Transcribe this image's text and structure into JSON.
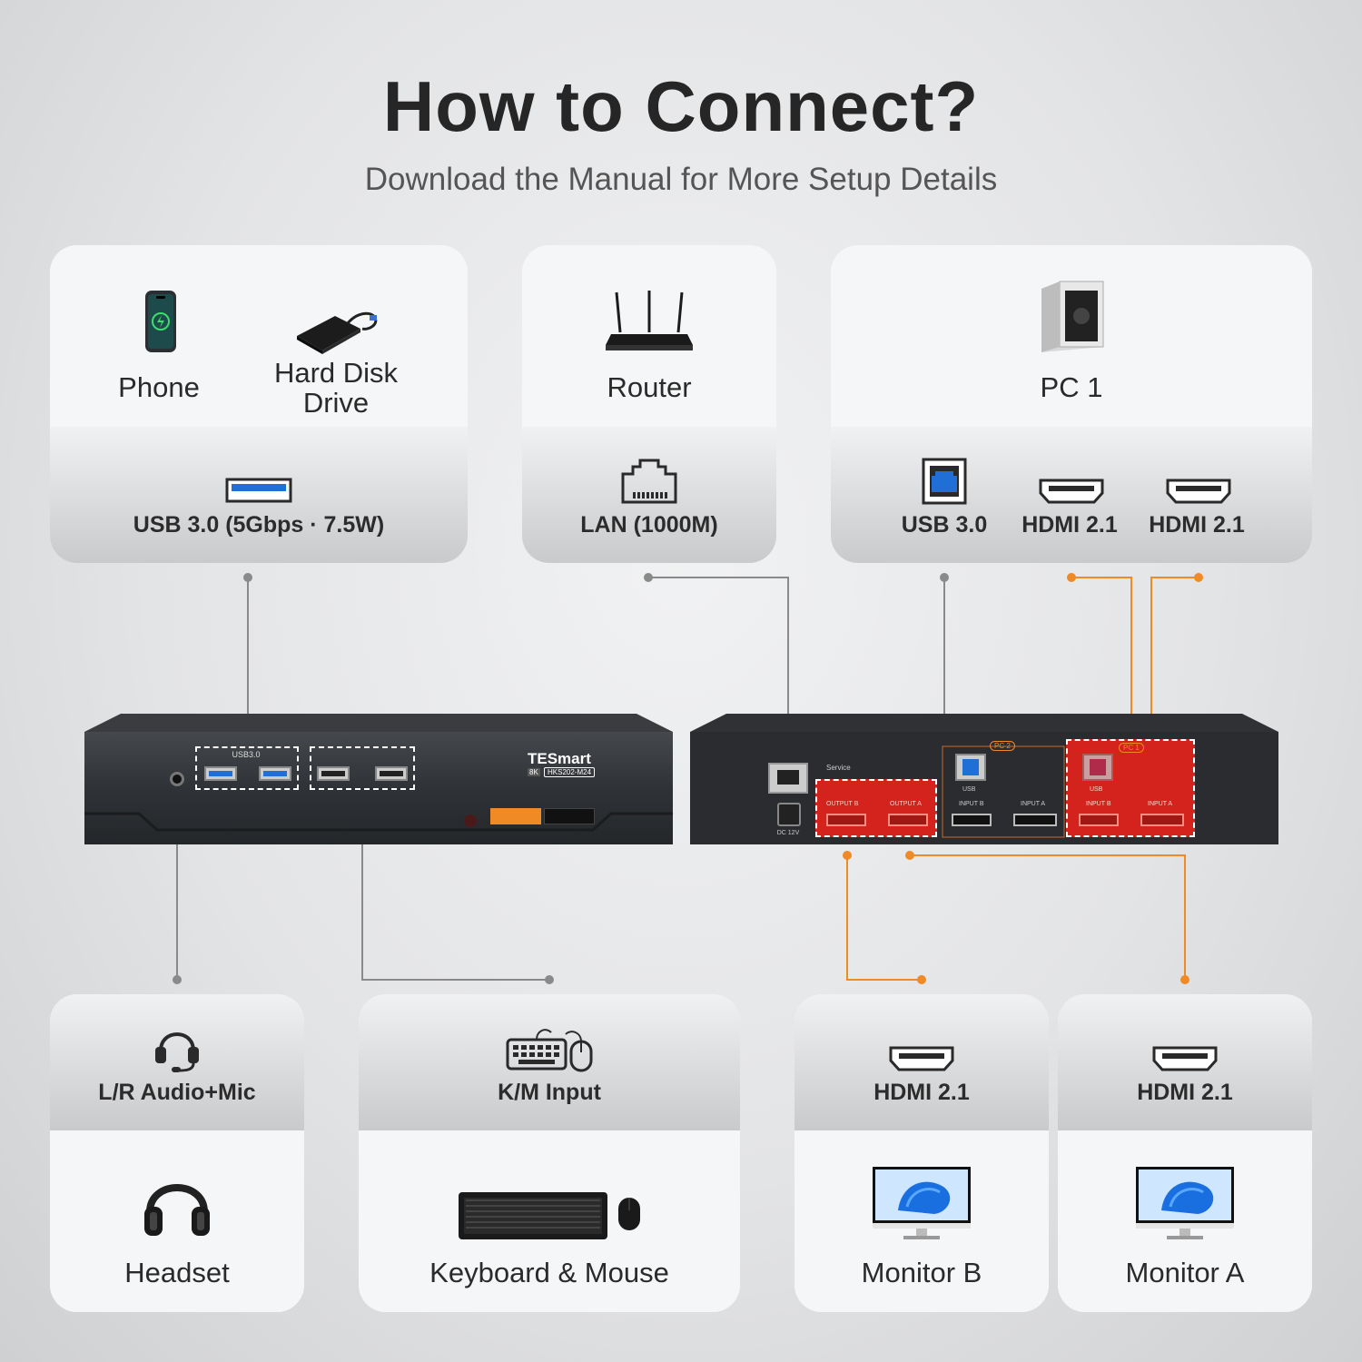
{
  "header": {
    "title": "How to Connect?",
    "subtitle": "Download the Manual for More Setup Details"
  },
  "top_cards": {
    "usb_card": {
      "devices": [
        "Phone",
        "Hard Disk\nDrive"
      ],
      "port_label": "USB 3.0 (5Gbps · 7.5W)"
    },
    "lan_card": {
      "device": "Router",
      "port_label": "LAN (1000M)"
    },
    "pc_card": {
      "device": "PC 1",
      "port_labels": [
        "USB 3.0",
        "HDMI 2.1",
        "HDMI 2.1"
      ]
    }
  },
  "bottom_cards": {
    "audio_card": {
      "port_label": "L/R Audio+Mic",
      "device": "Headset"
    },
    "km_card": {
      "port_label": "K/M Input",
      "device": "Keyboard & Mouse"
    },
    "monitor_b_card": {
      "port_label": "HDMI 2.1",
      "device": "Monitor B"
    },
    "monitor_a_card": {
      "port_label": "HDMI 2.1",
      "device": "Monitor A"
    }
  },
  "device_front": {
    "brand": "TESmart",
    "model": "HKS202-M24",
    "badge": "8K",
    "usb_group_label": "USB3.0"
  },
  "device_rear": {
    "service_label": "Service",
    "dc_label": "DC 12V",
    "pc2_label": "PC 2",
    "pc1_label": "PC 1",
    "output_b": "OUTPUT B",
    "output_a": "OUTPUT A",
    "input_b": "INPUT B",
    "input_a": "INPUT A",
    "usb": "USB"
  },
  "colors": {
    "accent_orange": "#f08a24",
    "connector_gray": "#8a8a8a",
    "highlight_red": "#d4221c",
    "usb_blue": "#1f6fd6"
  }
}
